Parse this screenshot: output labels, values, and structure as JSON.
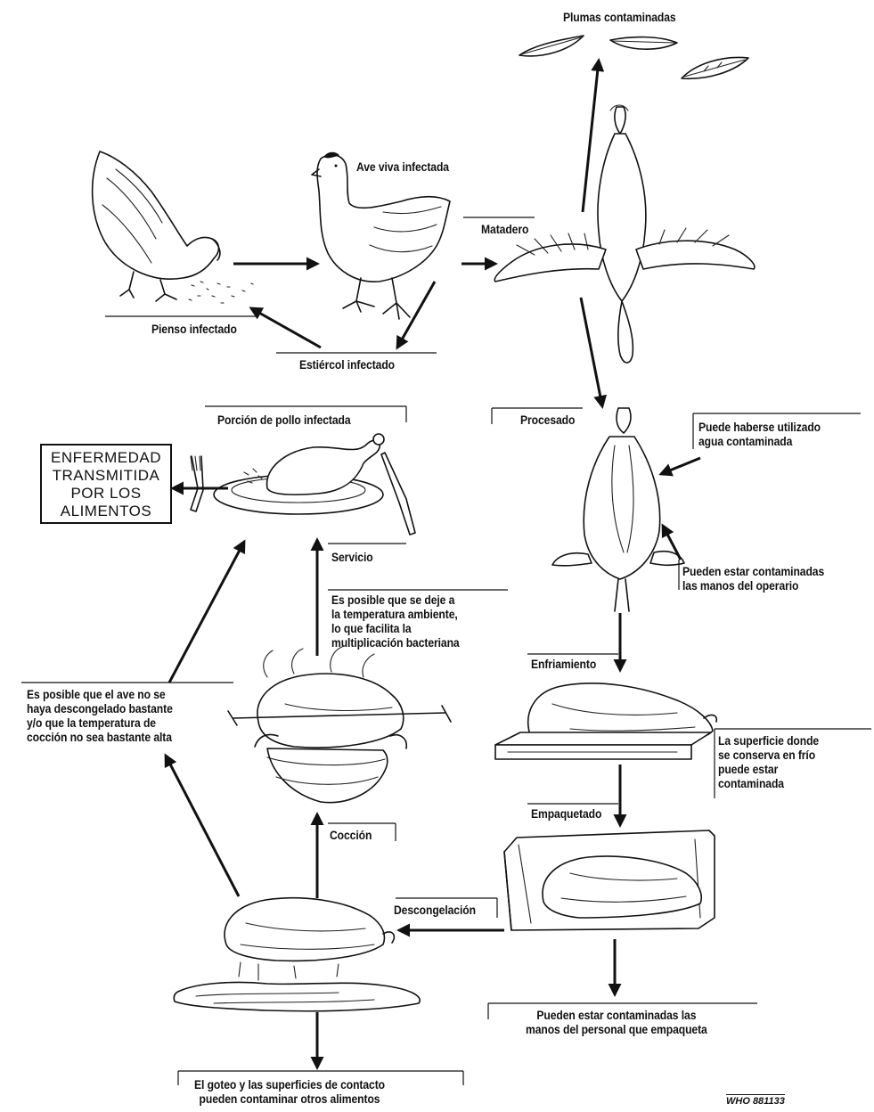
{
  "labels": {
    "plumas": "Plumas contaminadas",
    "ave_viva": "Ave viva infectada",
    "matadero": "Matadero",
    "pienso": "Pienso infectado",
    "estiercol": "Estiércol infectado",
    "porcion": "Porción de pollo infectada",
    "procesado": "Procesado",
    "agua": "Puede haberse utilizado\nagua contaminada",
    "manos_operario": "Pueden estar contaminadas\nlas manos del operario",
    "servicio": "Servicio",
    "temperatura_ambiente": "Es posible que se deje a\nla temperatura ambiente,\nlo que facilita la\nmultiplicación bacteriana",
    "enfriamiento": "Enfriamiento",
    "descongelado": "Es posible que el ave no se\nhaya descongelado bastante\ny/o que la temperatura de\ncocción no sea bastante alta",
    "superficie": "La superficie donde\nse conserva en frío\npuede estar\ncontaminada",
    "empaquetado": "Empaquetado",
    "coccion": "Cocción",
    "descongelacion": "Descongelación",
    "manos_personal": "Pueden estar contaminadas las\nmanos del personal que empaqueta",
    "goteo": "El goteo y las superficies de contacto\npueden contaminar otros alimentos"
  },
  "box": {
    "enfermedad": "ENFERMEDAD\nTRANSMITIDA\nPOR LOS\nALIMENTOS"
  },
  "footer": {
    "code": "WHO  881133"
  }
}
